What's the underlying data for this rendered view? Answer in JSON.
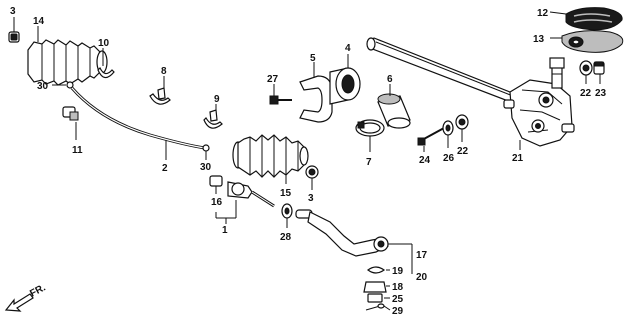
{
  "callouts": {
    "c1": "1",
    "c2": "2",
    "c3a": "3",
    "c3b": "3",
    "c4": "4",
    "c5": "5",
    "c6": "6",
    "c7": "7",
    "c8": "8",
    "c9": "9",
    "c10": "10",
    "c11": "11",
    "c12": "12",
    "c13": "13",
    "c14": "14",
    "c15": "15",
    "c16": "16",
    "c17": "17",
    "c18": "18",
    "c19": "19",
    "c20": "20",
    "c21": "21",
    "c22a": "22",
    "c22b": "22",
    "c23": "23",
    "c24": "24",
    "c25": "25",
    "c26": "26",
    "c27": "27",
    "c28": "28",
    "c29": "29",
    "c30a": "30",
    "c30b": "30"
  },
  "direction": {
    "label": "FR."
  }
}
